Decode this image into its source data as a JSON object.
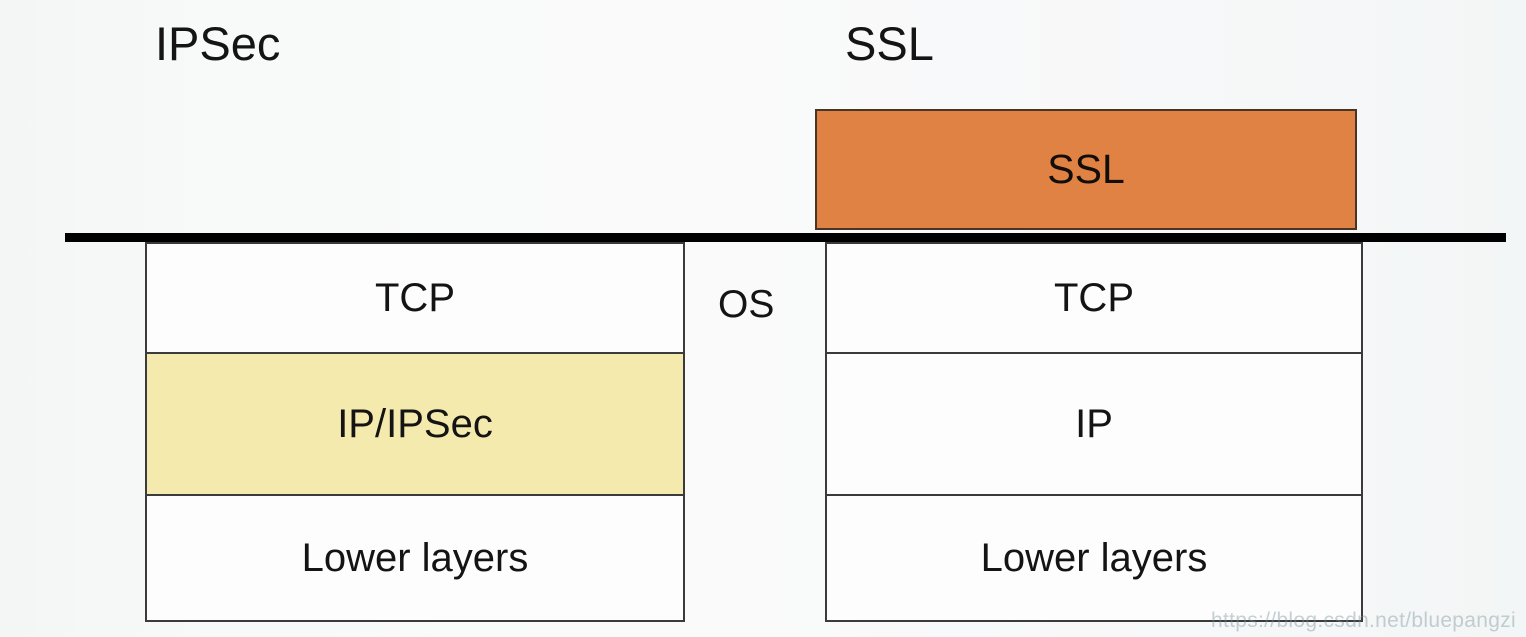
{
  "titles": {
    "left": "IPSec",
    "right": "SSL"
  },
  "middle": {
    "os_label": "OS"
  },
  "ssl_banner": {
    "label": "SSL",
    "fill_color": "#df8244",
    "border_color": "#4a3424"
  },
  "stacks": [
    {
      "id": "ipsec",
      "title": "IPSec",
      "layers": [
        {
          "label": "TCP",
          "fill": "#fdfdfe",
          "highlighted": false
        },
        {
          "label": "IP/IPSec",
          "fill": "#f5eaae",
          "highlighted": true
        },
        {
          "label": "Lower layers",
          "fill": "#fdfdfe",
          "highlighted": false
        }
      ]
    },
    {
      "id": "ssl",
      "title": "SSL",
      "layers": [
        {
          "label": "TCP",
          "fill": "#fdfdfe",
          "highlighted": false
        },
        {
          "label": "IP",
          "fill": "#fdfdfe",
          "highlighted": false
        },
        {
          "label": "Lower layers",
          "fill": "#fdfdfe",
          "highlighted": false
        }
      ]
    }
  ],
  "os_boundary": {
    "description": "OS boundary line",
    "color": "#000000"
  },
  "watermark": {
    "text": "https://blog.csdn.net/bluepangzi"
  },
  "colors": {
    "background": "#f4f5f6",
    "hexagon": "#dce9ea",
    "box_border": "#3b3b3b",
    "text": "#141414",
    "highlight_yellow": "#f5eaae",
    "accent_orange": "#df8244"
  }
}
